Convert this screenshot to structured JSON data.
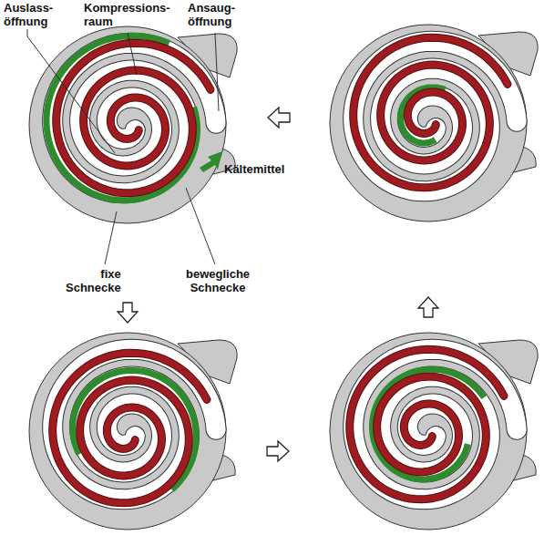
{
  "diagram": {
    "labels": [
      "Auslass- öffnung",
      "Kompressions- raum",
      "Ansaug- öffnung",
      "Kältemittel",
      "fixe Schnecke",
      "bewegliche Schnecke"
    ]
  }
}
